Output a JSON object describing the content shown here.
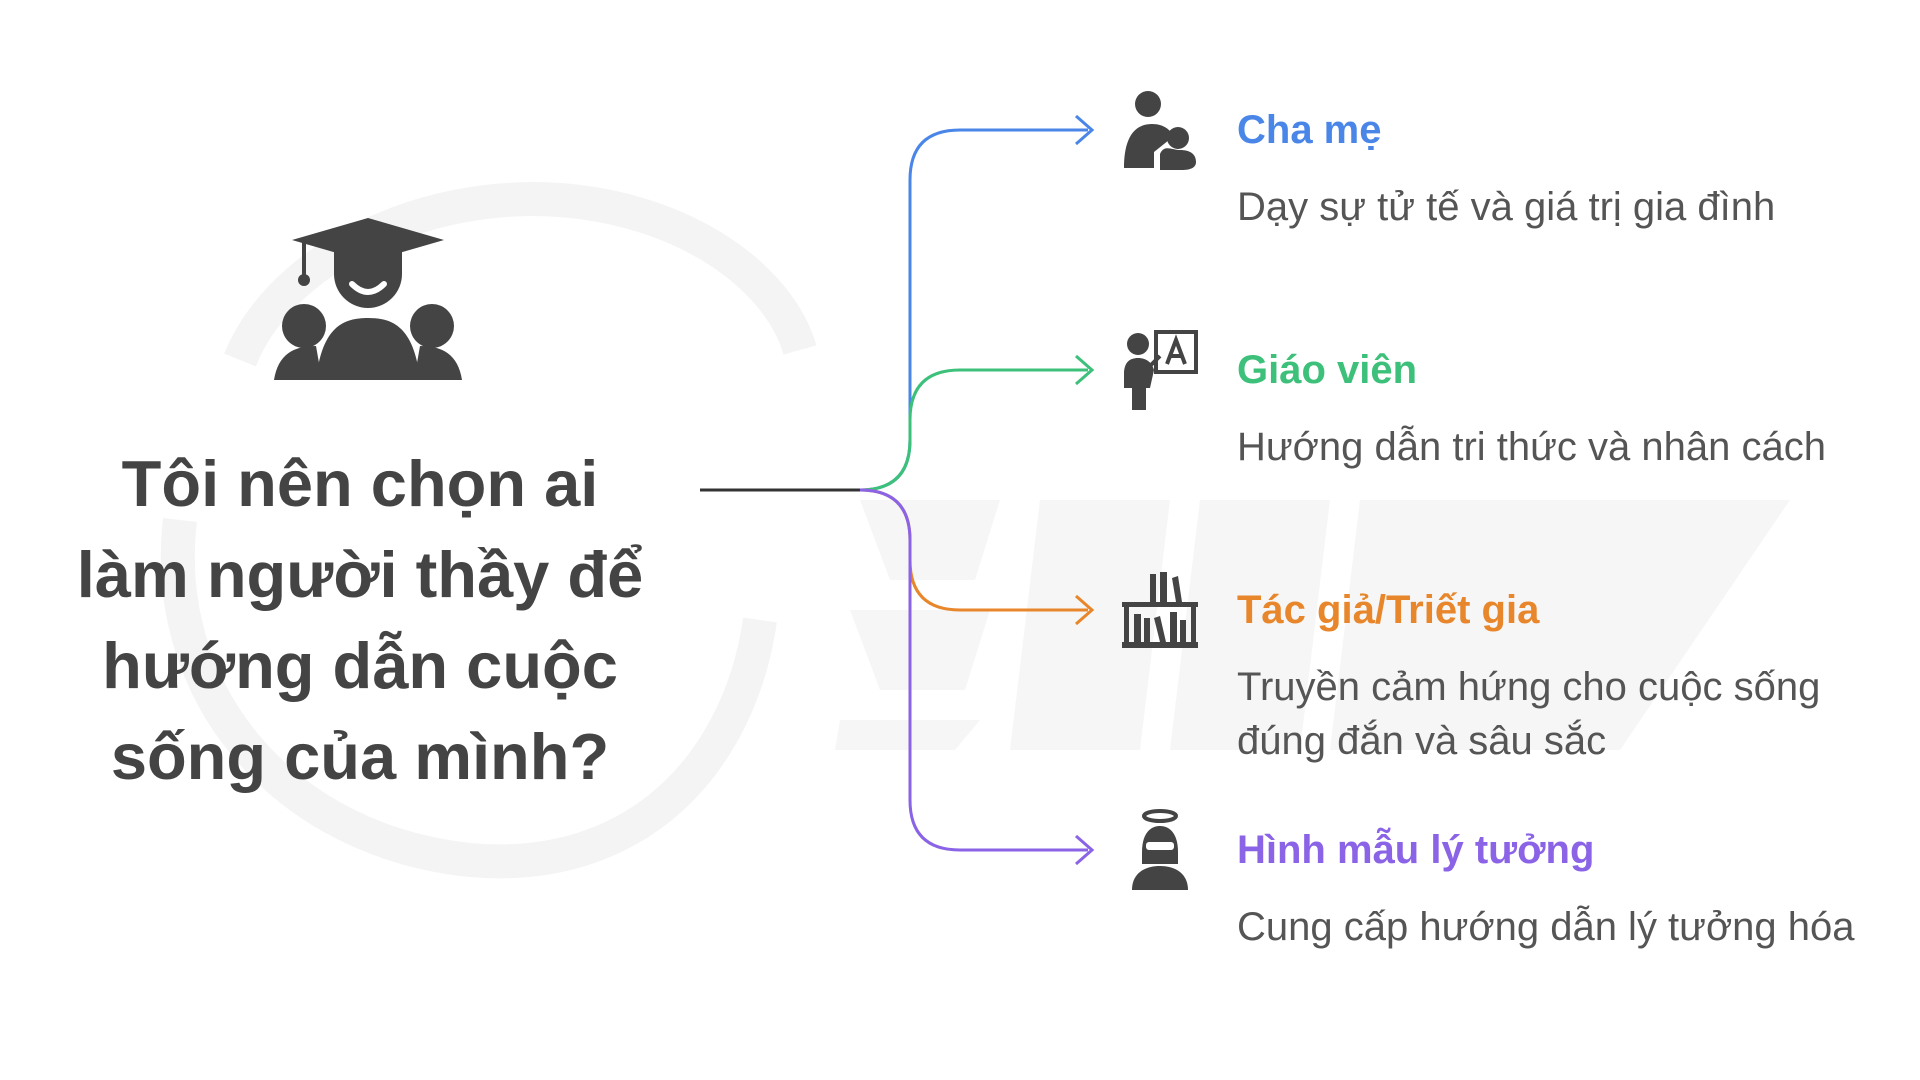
{
  "question": "Tôi nên chọn ai làm người thầy để hướng dẫn cuộc sống của mình?",
  "hero_icon": "graduate-with-group-icon",
  "watermark_icon": "brand-logo-watermark",
  "stem_color": "#333333",
  "branches": [
    {
      "title": "Cha mẹ",
      "description": "Dạy sự tử tế và giá trị gia đình",
      "color": "#4a86e8",
      "icon": "parent-holding-child-icon"
    },
    {
      "title": "Giáo viên",
      "description": "Hướng dẫn tri thức và nhân cách",
      "color": "#3cc07a",
      "icon": "teacher-at-board-icon"
    },
    {
      "title": "Tác giả/Triết gia",
      "description": "Truyền cảm hứng cho cuộc sống đúng đắn và sâu sắc",
      "color": "#e8862b",
      "icon": "bookshelf-icon"
    },
    {
      "title": "Hình mẫu lý tưởng",
      "description": "Cung cấp hướng dẫn lý tưởng hóa",
      "color": "#8a63e6",
      "icon": "halo-figure-icon"
    }
  ]
}
